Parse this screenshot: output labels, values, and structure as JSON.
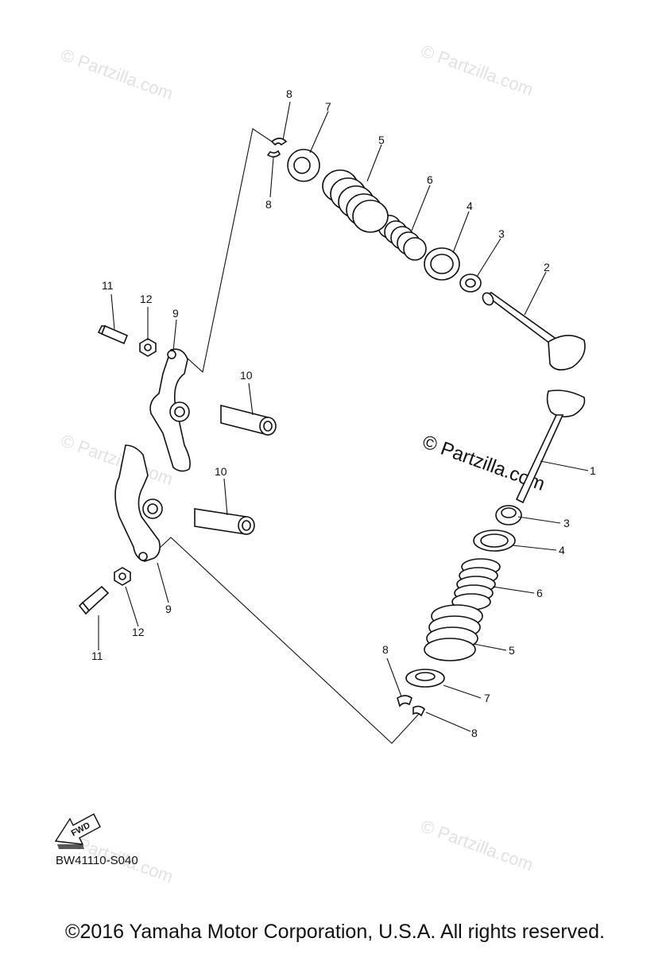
{
  "callouts": {
    "c1": "1",
    "c2": "2",
    "c3a": "3",
    "c3b": "3",
    "c4a": "4",
    "c4b": "4",
    "c5a": "5",
    "c5b": "5",
    "c6a": "6",
    "c6b": "6",
    "c7a": "7",
    "c7b": "7",
    "c8a": "8",
    "c8b": "8",
    "c8c": "8",
    "c8d": "8",
    "c9a": "9",
    "c9b": "9",
    "c10a": "10",
    "c10b": "10",
    "c11a": "11",
    "c11b": "11",
    "c12a": "12",
    "c12b": "12"
  },
  "watermark": {
    "text": "© Partzilla.com",
    "main_text": "© Partzilla.com"
  },
  "fwd_label": "FWD",
  "diagram_code": "BW41110-S040",
  "copyright": "©2016 Yamaha Motor Corporation, U.S.A. All rights reserved."
}
